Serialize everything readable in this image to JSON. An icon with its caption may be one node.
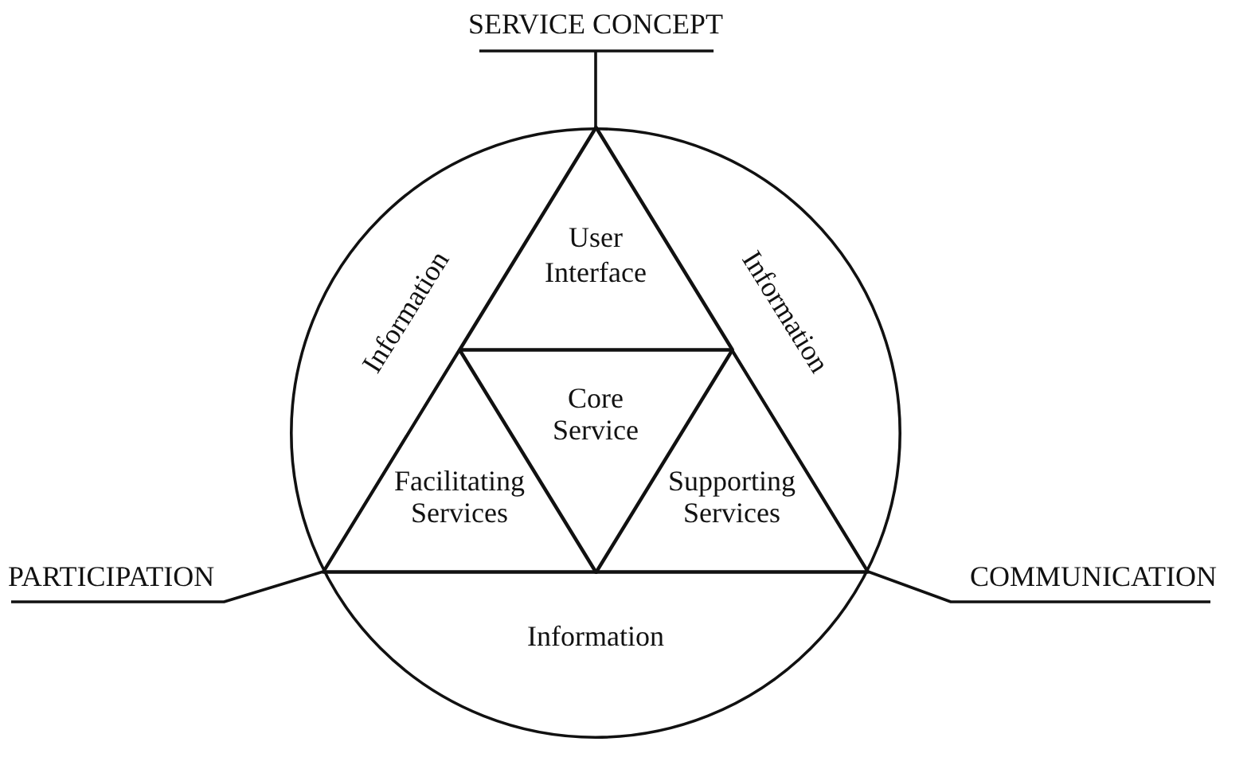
{
  "diagram": {
    "nodes": [
      {
        "text": [
          "SERVICE CONCEPT"
        ]
      },
      {
        "text": [
          "Information",
          "Information",
          "Information"
        ]
      },
      {
        "text": [],
        "shape": "triangle",
        "in": 1
      },
      {
        "text": [
          "User Interface"
        ],
        "in": 2
      },
      {
        "text": [
          "Core Service"
        ],
        "in": 2
      },
      {
        "text": [
          "Facilitating Services"
        ],
        "in": 2
      },
      {
        "text": [
          "Supporting Services"
        ],
        "in": 2
      },
      {
        "text": [
          "PARTICIPATION"
        ]
      },
      {
        "text": [
          "COMMUNICATION"
        ]
      }
    ],
    "edges": [
      {
        "from": 0,
        "to": 2,
        "arrow": "none"
      },
      {
        "from": 7,
        "to": 2,
        "arrow": "none"
      },
      {
        "from": 8,
        "to": 2,
        "arrow": "none"
      }
    ]
  }
}
